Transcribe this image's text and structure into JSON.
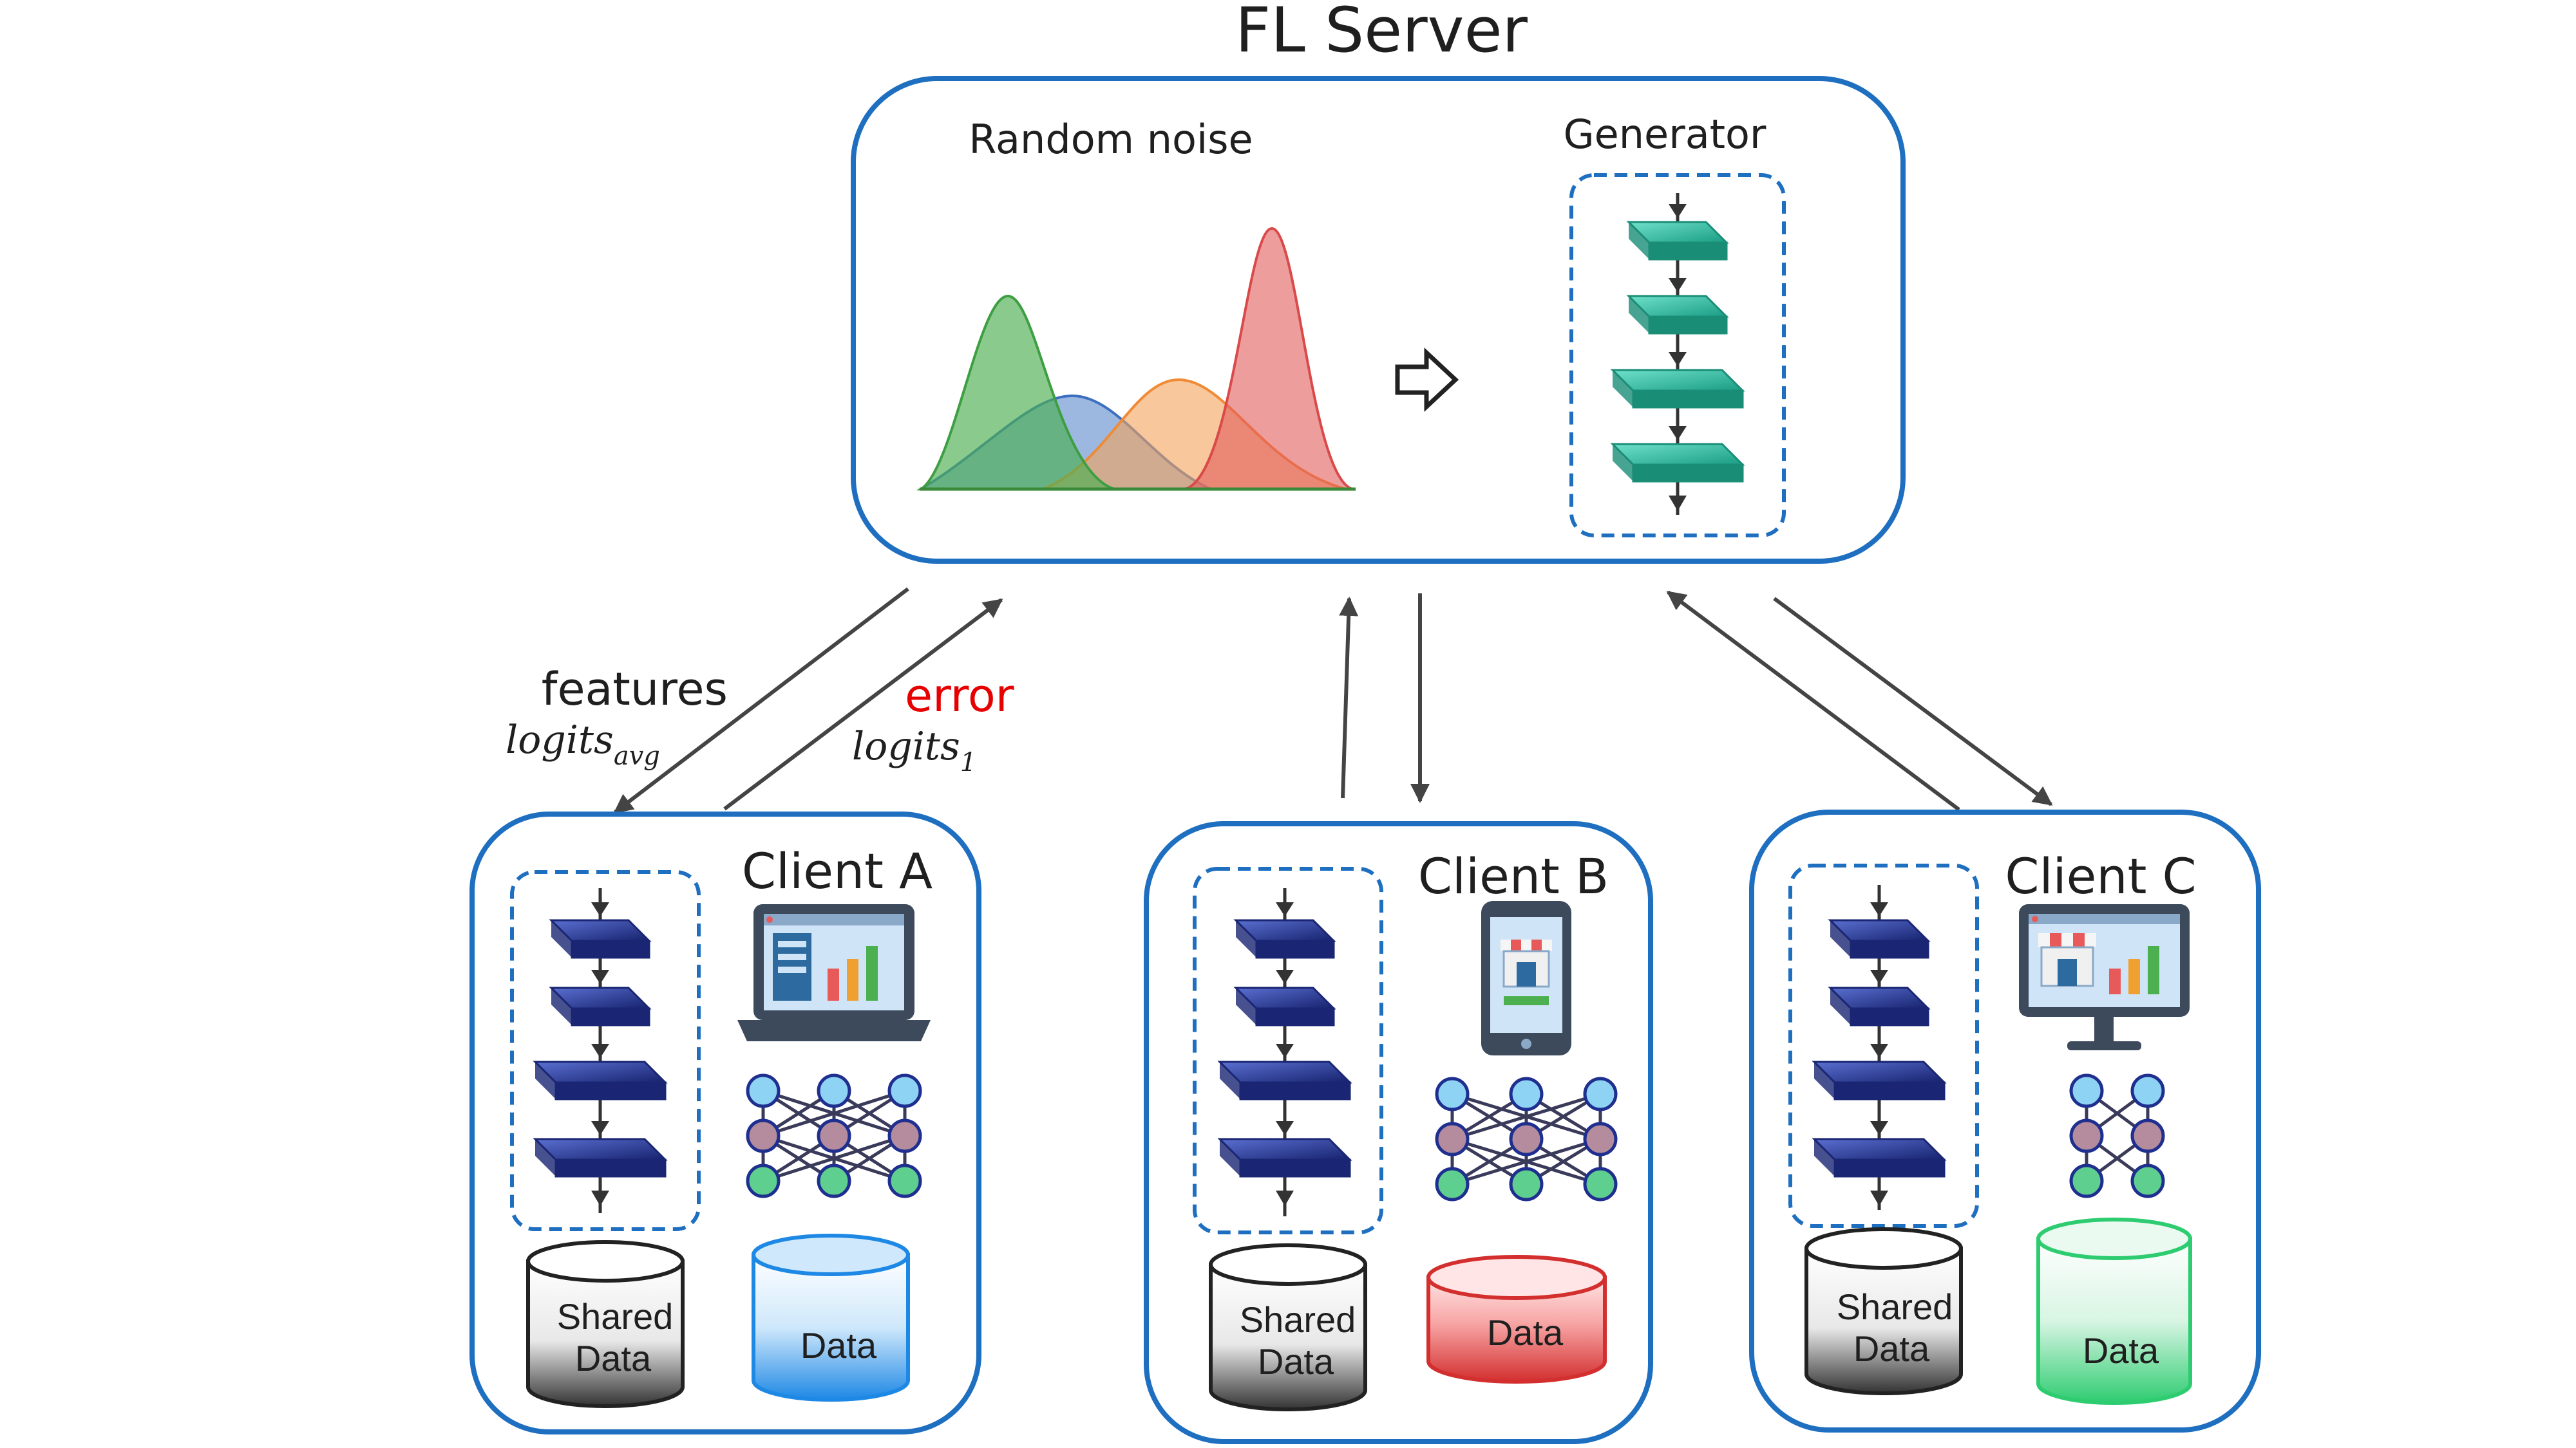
{
  "server": {
    "title": "FL Server",
    "noise_label": "Random noise",
    "generator_label": "Generator"
  },
  "links": {
    "features": "features",
    "logits_avg": {
      "base": "logits",
      "sub": "avg"
    },
    "error": "error",
    "logits_1": {
      "base": "logits",
      "sub": "1"
    }
  },
  "clients": [
    {
      "name": "Client A",
      "device": "laptop-icon",
      "shared_top": "Shared",
      "shared_bottom": "Data",
      "data_label": "Data",
      "data_color": "#1e88e5"
    },
    {
      "name": "Client B",
      "device": "smartphone-icon",
      "shared_top": "Shared",
      "shared_bottom": "Data",
      "data_label": "Data",
      "data_color": "#e53935"
    },
    {
      "name": "Client C",
      "device": "monitor-icon",
      "shared_top": "Shared",
      "shared_bottom": "Data",
      "data_label": "Data",
      "data_color": "#2ecc71"
    }
  ],
  "colors": {
    "box_border": "#1f6fc1",
    "arrow": "#444444",
    "error_text": "#e60000",
    "generator_layer": "#2ab39a",
    "client_layer": "#1f2f8f",
    "noise_green": "#4caf50",
    "noise_blue": "#5b8fd6",
    "noise_orange": "#f4a15a",
    "noise_red": "#e35b5b"
  }
}
